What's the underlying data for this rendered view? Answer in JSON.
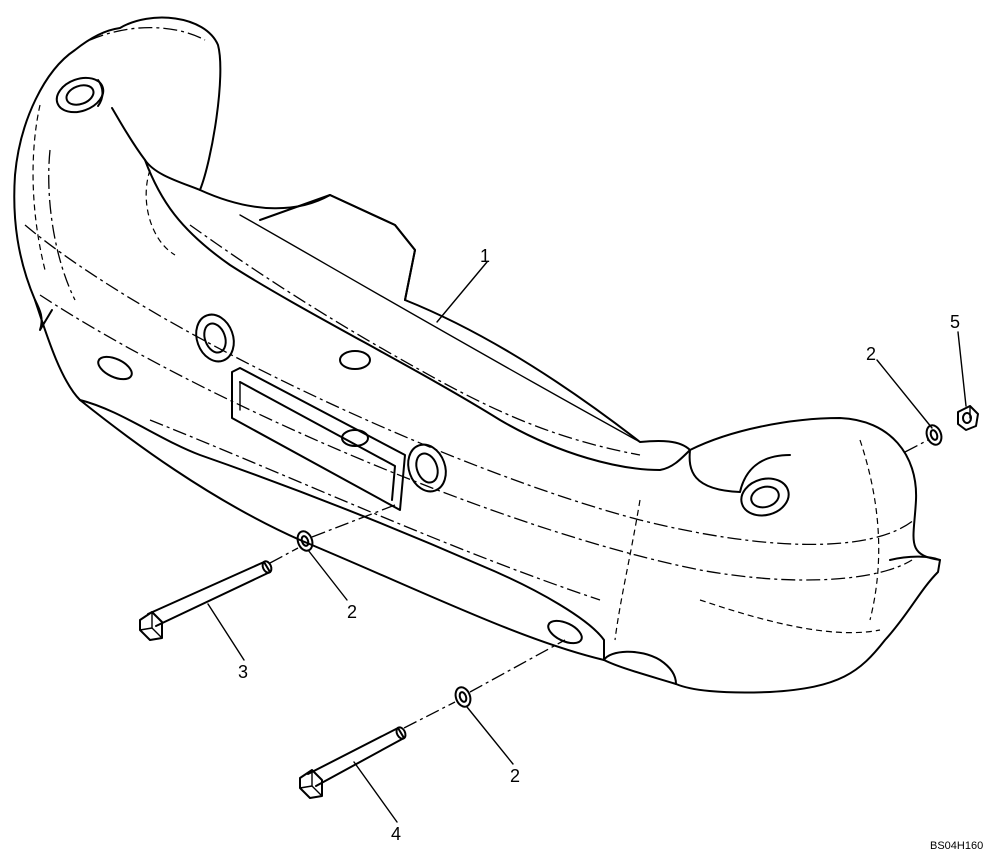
{
  "figure_id": "BS04H160",
  "callouts": [
    {
      "id": "callout-1",
      "label": "1"
    },
    {
      "id": "callout-2-right",
      "label": "2"
    },
    {
      "id": "callout-5",
      "label": "5"
    },
    {
      "id": "callout-2-lower-left",
      "label": "2"
    },
    {
      "id": "callout-3",
      "label": "3"
    },
    {
      "id": "callout-2-bottom",
      "label": "2"
    },
    {
      "id": "callout-4",
      "label": "4"
    }
  ]
}
